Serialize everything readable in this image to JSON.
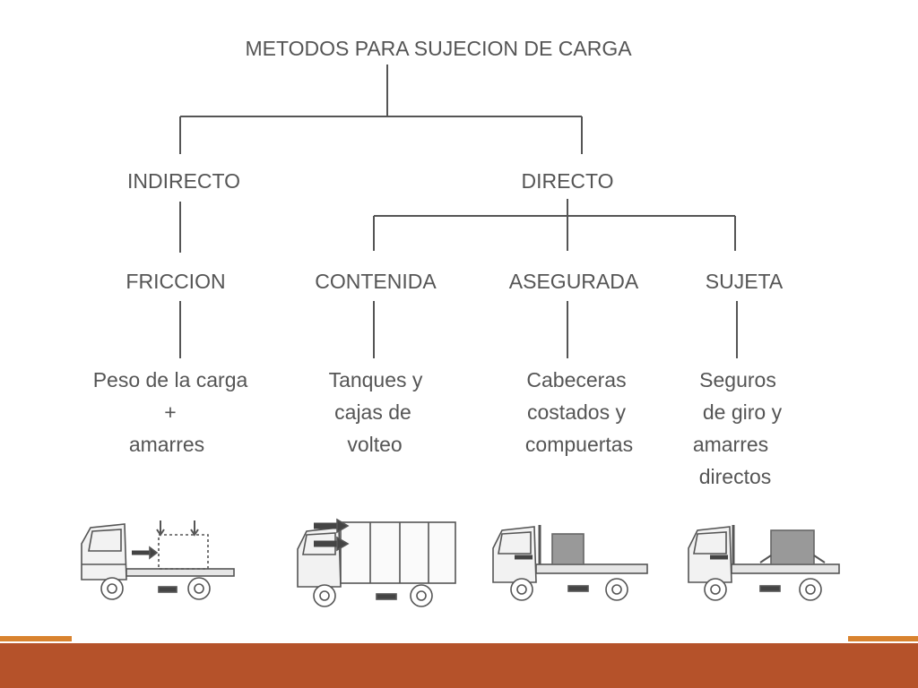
{
  "title": "METODOS PARA SUJECION DE CARGA",
  "branches": {
    "indirecto": "INDIRECTO",
    "directo": "DIRECTO"
  },
  "methods": [
    {
      "name": "FRICCION",
      "desc": [
        "Peso de la carga",
        "+",
        "amarres"
      ],
      "truck": "truck-friction"
    },
    {
      "name": "CONTENIDA",
      "desc": [
        "Tanques y",
        "cajas de",
        "volteo"
      ],
      "truck": "truck-contained"
    },
    {
      "name": "ASEGURADA",
      "desc": [
        "Cabeceras",
        "costados y",
        "compuertas"
      ],
      "truck": "truck-secured"
    },
    {
      "name": "SUJETA",
      "desc": [
        "Seguros",
        "de giro y",
        "amarres",
        "directos"
      ],
      "truck": "truck-fastened"
    }
  ],
  "colors": {
    "text": "#555555",
    "lines": "#555555",
    "footer": "#b5522a",
    "accent": "#d9832f"
  }
}
